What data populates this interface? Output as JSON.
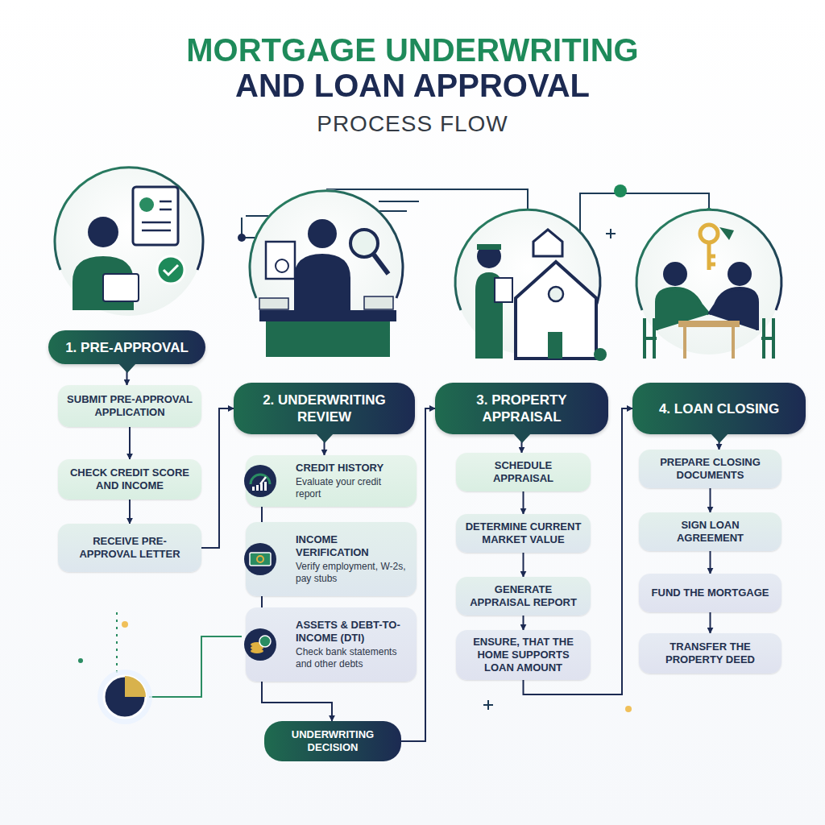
{
  "diagram": {
    "title": "MORTGAGE UNDERWRITING AND LOAN APPROVAL",
    "nodes": [
      {
        "text": [
          "1. PRE-APPROVAL"
        ]
      },
      {
        "text": [
          "SUBMIT PRE-APPROVAL APPLICATION"
        ]
      },
      {
        "text": [
          "CHECK CREDIT SCORE AND INCOME"
        ]
      },
      {
        "text": [
          "RECEIVE PRE-APPROVAL LETTER"
        ]
      },
      {
        "text": [
          "2. UNDERWRITING REVIEW"
        ]
      },
      {
        "text": [
          "CREDIT HISTORY",
          "Evaluate your credit report"
        ]
      },
      {
        "text": [
          "INCOME VERIFICATION",
          "Verify employment, W-2s, pay stubs"
        ]
      },
      {
        "text": [
          "ASSETS & DEBT-TO-INCOME (DTI)",
          "Check bank statements and other debts"
        ]
      },
      {
        "text": [
          "UNDERWRITING DECISION"
        ]
      },
      {
        "text": [
          "3. PROPERTY APPRAISAL"
        ]
      },
      {
        "text": [
          "SCHEDULE APPRAISAL"
        ]
      },
      {
        "text": [
          "DETERMINE CURRENT MARKET VALUE"
        ]
      },
      {
        "text": [
          "GENERATE APPRAISAL REPORT"
        ]
      },
      {
        "text": [
          "ENSURE, THAT THE HOME SUPPORTS LOAN AMOUNT"
        ]
      },
      {
        "text": [
          "4. LOAN CLOSING"
        ]
      },
      {
        "text": [
          "PREPARE CLOSING DOCUMENTS"
        ]
      },
      {
        "text": [
          "SIGN LOAN AGREEMENT"
        ]
      },
      {
        "text": [
          "FUND THE MORTGAGE"
        ]
      },
      {
        "text": [
          "TRANSFER THE PROPERTY DEED"
        ]
      }
    ],
    "edges": [
      {
        "from": 0,
        "to": 1,
        "arrow": "to"
      },
      {
        "from": 1,
        "to": 2,
        "arrow": "to"
      },
      {
        "from": 2,
        "to": 3,
        "arrow": "to"
      },
      {
        "from": 3,
        "to": 4,
        "arrow": "to"
      },
      {
        "from": 4,
        "to": 5,
        "arrow": "to"
      },
      {
        "from": 5,
        "to": 6,
        "arrow": "none"
      },
      {
        "from": 6,
        "to": 7,
        "arrow": "none"
      },
      {
        "from": 7,
        "to": 8,
        "arrow": "to"
      },
      {
        "from": 8,
        "to": 9,
        "arrow": "to"
      },
      {
        "from": 9,
        "to": 10,
        "arrow": "to"
      },
      {
        "from": 10,
        "to": 11,
        "arrow": "to"
      },
      {
        "from": 11,
        "to": 12,
        "arrow": "to"
      },
      {
        "from": 12,
        "to": 13,
        "arrow": "to"
      },
      {
        "from": 13,
        "to": 14,
        "arrow": "to"
      },
      {
        "from": 14,
        "to": 15,
        "arrow": "to"
      },
      {
        "from": 15,
        "to": 16,
        "arrow": "to"
      },
      {
        "from": 16,
        "to": 17,
        "arrow": "to"
      },
      {
        "from": 17,
        "to": 18,
        "arrow": "to"
      }
    ],
    "labels": [
      "PROCESS FLOW"
    ]
  }
}
